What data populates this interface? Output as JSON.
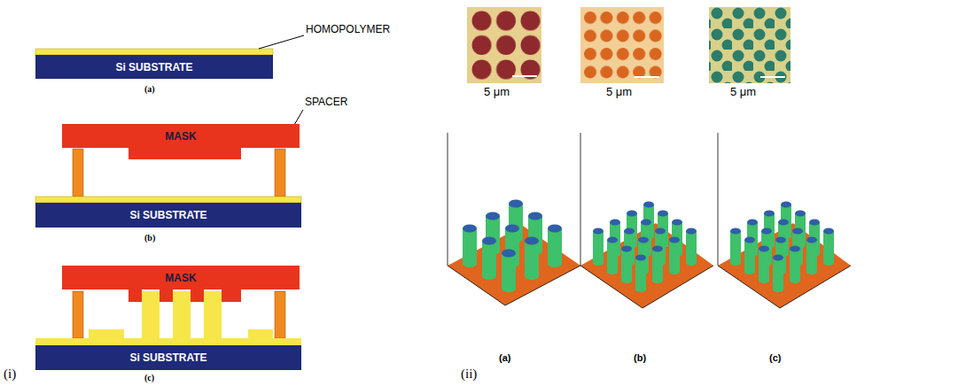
{
  "diagram": {
    "nodes": [
      {
        "text": [
          "Si SUBSTRATE"
        ]
      },
      {
        "text": [
          "MASK"
        ]
      },
      {
        "text": [
          "Si SUBSTRATE"
        ]
      },
      {
        "text": [
          "MASK"
        ]
      },
      {
        "text": [
          "Si SUBSTRATE"
        ]
      }
    ],
    "labels": [
      "HOMOPOLYMER",
      "(a)",
      "SPACER",
      "(b)",
      "(c)",
      "(i)",
      "5 μm",
      "5 μm",
      "5 μm",
      "(a)",
      "(b)",
      "(c)",
      "(ii)"
    ]
  }
}
